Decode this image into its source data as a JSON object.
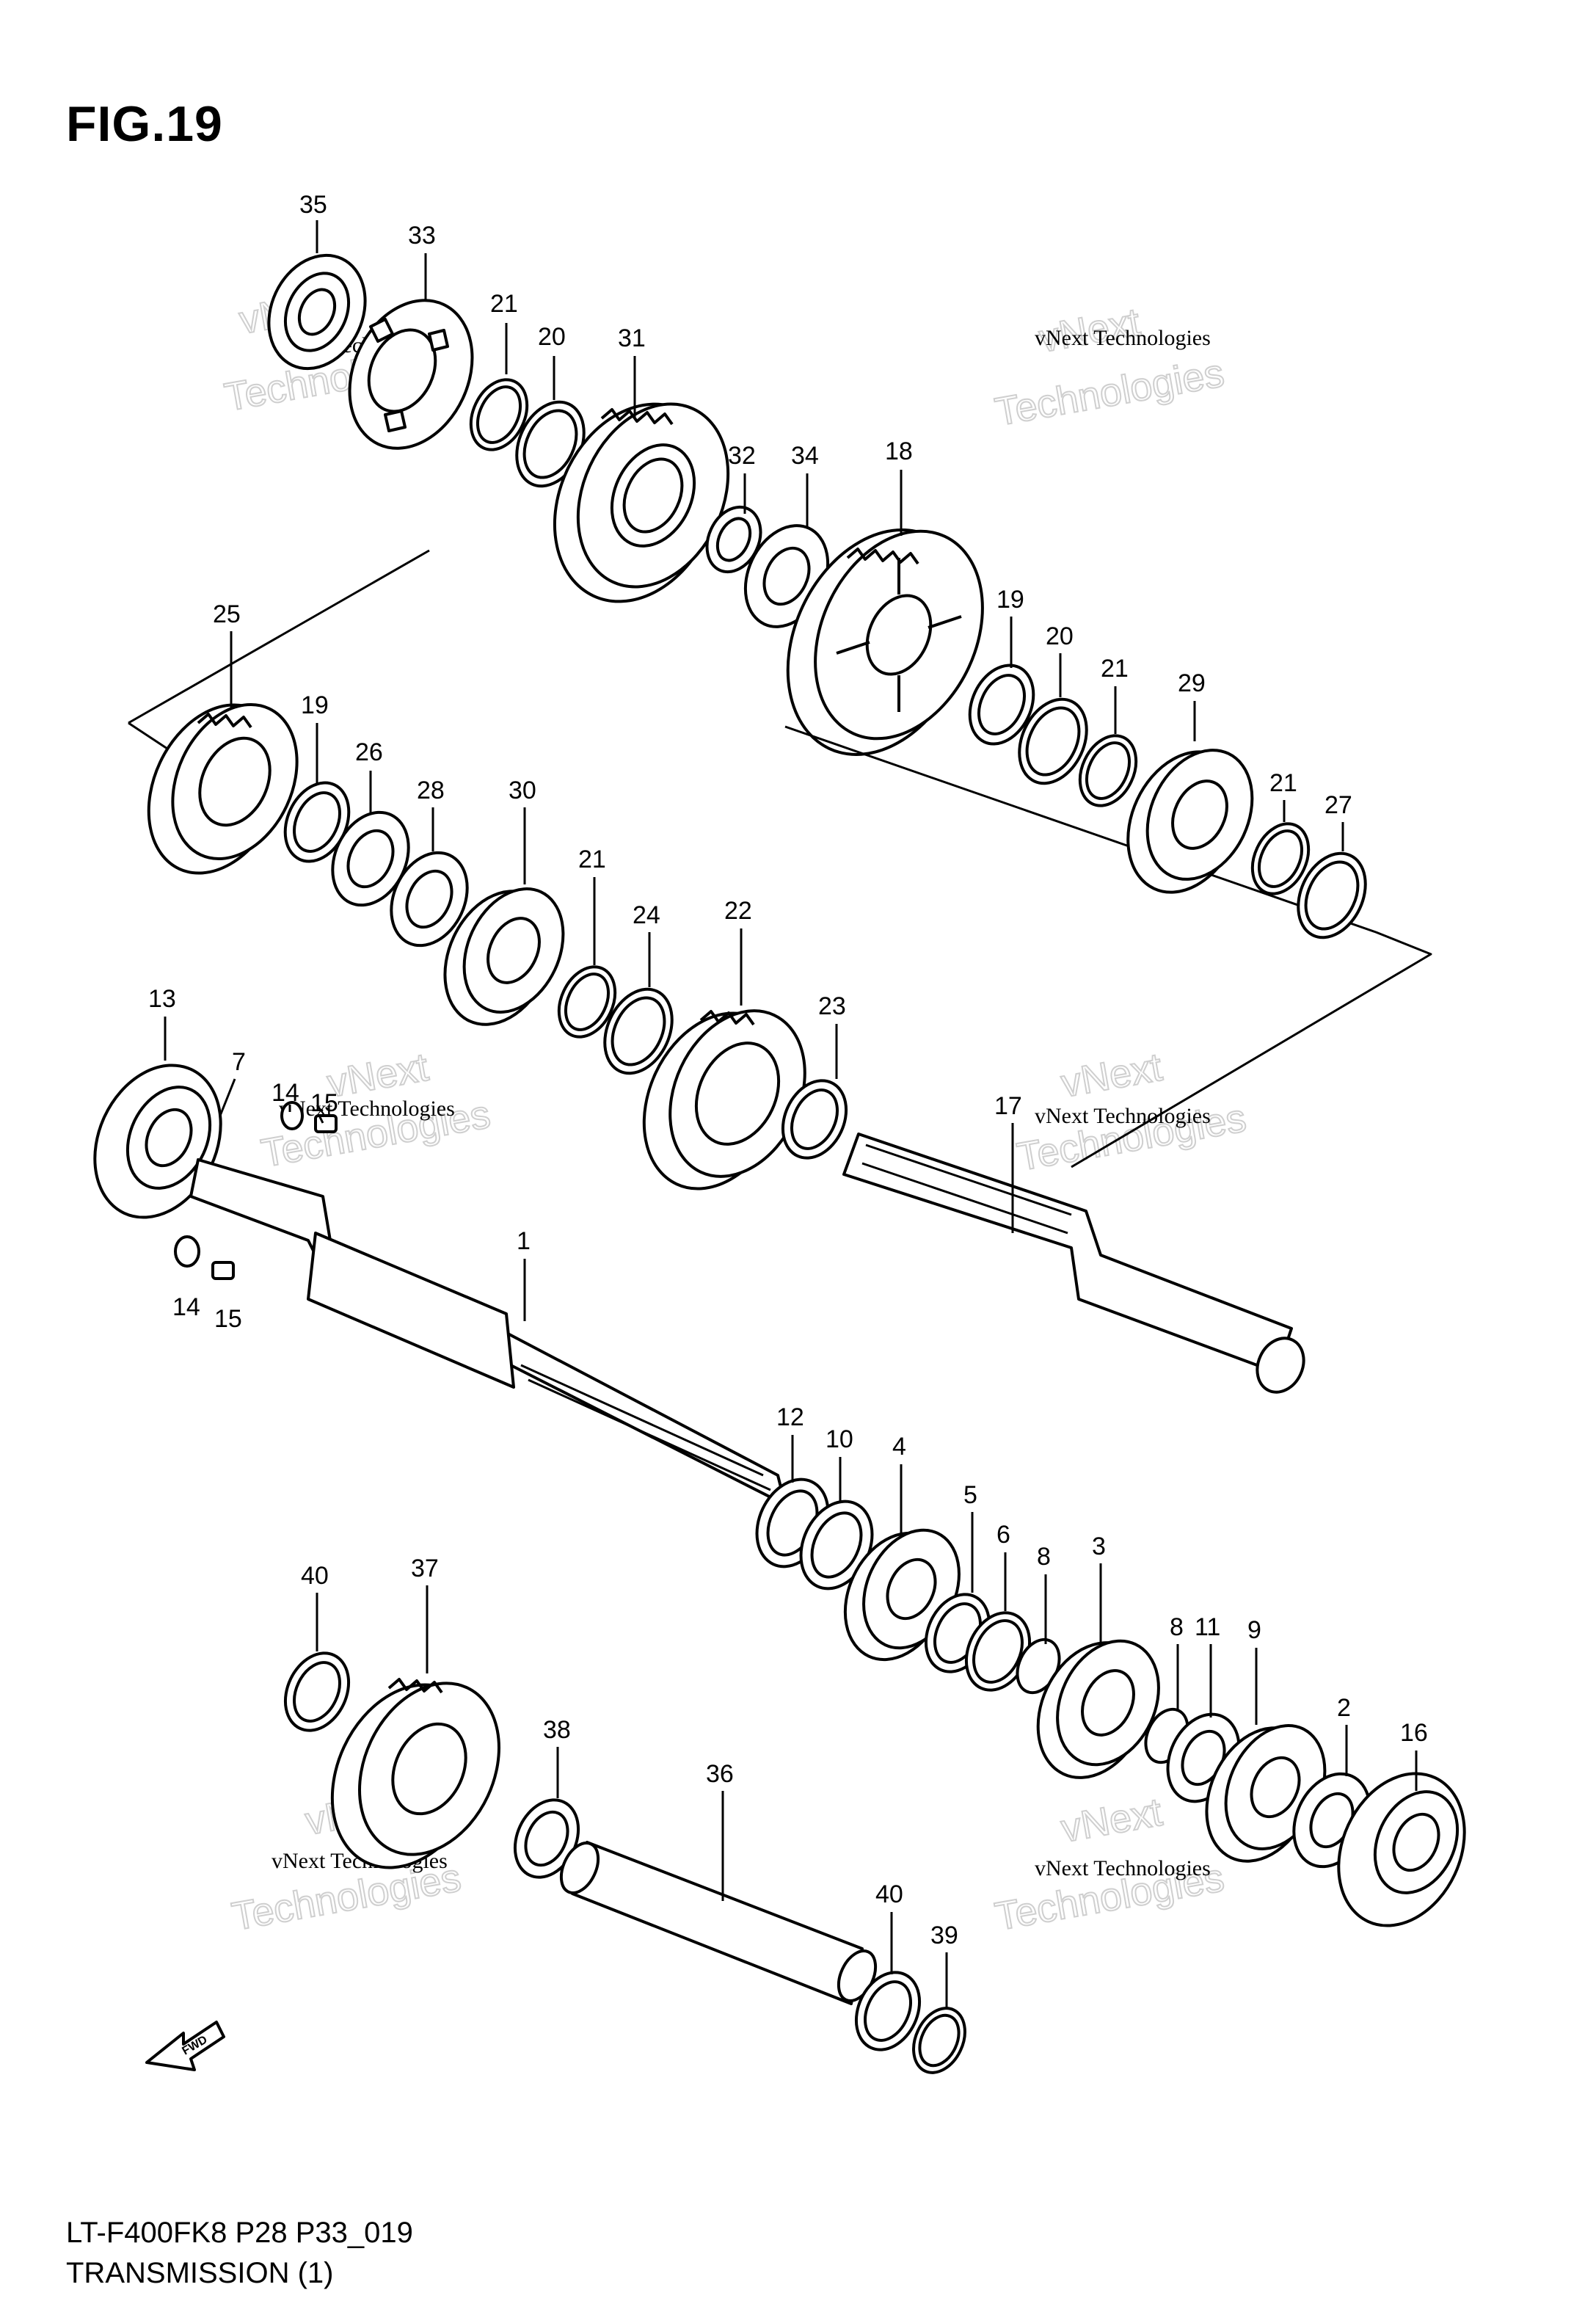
{
  "figure": {
    "title": "FIG.19",
    "code": "LT-F400FK8 P28 P33_019",
    "name": "TRANSMISSION (1)"
  },
  "watermark": {
    "line1": "vNext Technologies",
    "line2": "vNext",
    "line3": "Technologies"
  },
  "fwd_label": "FWD",
  "parts": [
    {
      "id": "p35",
      "label": "35"
    },
    {
      "id": "p33",
      "label": "33"
    },
    {
      "id": "p21a",
      "label": "21"
    },
    {
      "id": "p20a",
      "label": "20"
    },
    {
      "id": "p31",
      "label": "31"
    },
    {
      "id": "p32",
      "label": "32"
    },
    {
      "id": "p34",
      "label": "34"
    },
    {
      "id": "p18",
      "label": "18"
    },
    {
      "id": "p25",
      "label": "25"
    },
    {
      "id": "p19a",
      "label": "19"
    },
    {
      "id": "p26",
      "label": "26"
    },
    {
      "id": "p28",
      "label": "28"
    },
    {
      "id": "p30",
      "label": "30"
    },
    {
      "id": "p19b",
      "label": "19"
    },
    {
      "id": "p20b",
      "label": "20"
    },
    {
      "id": "p21b",
      "label": "21"
    },
    {
      "id": "p29",
      "label": "29"
    },
    {
      "id": "p21c",
      "label": "21"
    },
    {
      "id": "p27",
      "label": "27"
    },
    {
      "id": "p21d",
      "label": "21"
    },
    {
      "id": "p24",
      "label": "24"
    },
    {
      "id": "p22",
      "label": "22"
    },
    {
      "id": "p23",
      "label": "23"
    },
    {
      "id": "p13",
      "label": "13"
    },
    {
      "id": "p7",
      "label": "7"
    },
    {
      "id": "p14a",
      "label": "14"
    },
    {
      "id": "p15a",
      "label": "15"
    },
    {
      "id": "p17",
      "label": "17"
    },
    {
      "id": "p1",
      "label": "1"
    },
    {
      "id": "p14b",
      "label": "14"
    },
    {
      "id": "p15b",
      "label": "15"
    },
    {
      "id": "p12",
      "label": "12"
    },
    {
      "id": "p10",
      "label": "10"
    },
    {
      "id": "p4",
      "label": "4"
    },
    {
      "id": "p5",
      "label": "5"
    },
    {
      "id": "p6",
      "label": "6"
    },
    {
      "id": "p8a",
      "label": "8"
    },
    {
      "id": "p3",
      "label": "3"
    },
    {
      "id": "p40a",
      "label": "40"
    },
    {
      "id": "p37",
      "label": "37"
    },
    {
      "id": "p8b",
      "label": "8"
    },
    {
      "id": "p11",
      "label": "11"
    },
    {
      "id": "p9",
      "label": "9"
    },
    {
      "id": "p2",
      "label": "2"
    },
    {
      "id": "p16",
      "label": "16"
    },
    {
      "id": "p38",
      "label": "38"
    },
    {
      "id": "p36",
      "label": "36"
    },
    {
      "id": "p40b",
      "label": "40"
    },
    {
      "id": "p39",
      "label": "39"
    }
  ]
}
